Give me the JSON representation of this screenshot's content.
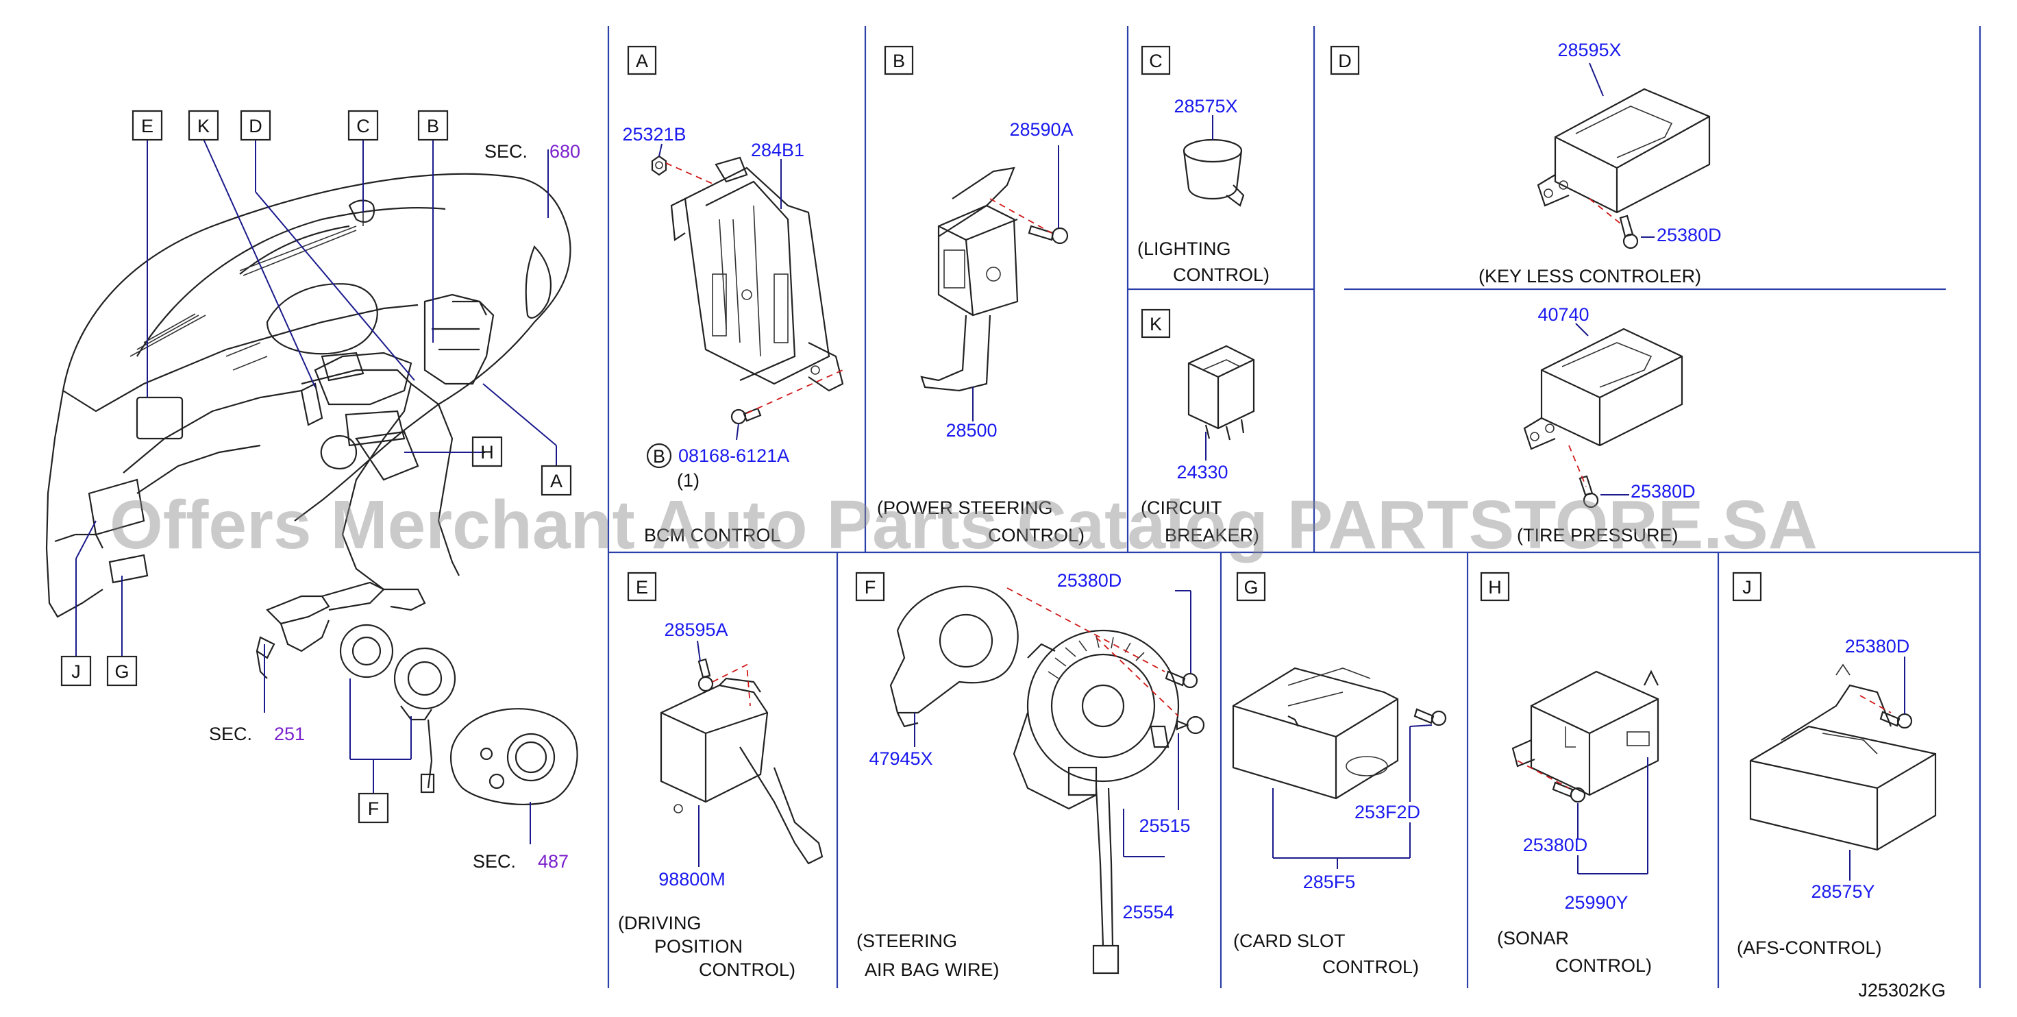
{
  "watermark": "Offers Merchant Auto Parts Catalog PARTSTORE.SA",
  "diagram_code": "J25302KG",
  "overview": {
    "callouts": [
      "E",
      "K",
      "D",
      "C",
      "B",
      "H",
      "A",
      "J",
      "G",
      "F"
    ],
    "sections": [
      {
        "prefix": "SEC.",
        "number": "680"
      },
      {
        "prefix": "SEC.",
        "number": "251"
      },
      {
        "prefix": "SEC.",
        "number": "487"
      }
    ]
  },
  "panels": {
    "A": {
      "letter": "A",
      "parts": [
        "25321B",
        "284B1"
      ],
      "bolt_ref": "B",
      "bolt_part": "08168-6121A",
      "qty": "(1)",
      "caption": [
        "BCM CONTROL"
      ]
    },
    "B": {
      "letter": "B",
      "parts": [
        "28590A",
        "28500"
      ],
      "caption": [
        "(POWER STEERING",
        "CONTROL)"
      ]
    },
    "C": {
      "letter": "C",
      "parts": [
        "28575X"
      ],
      "caption": [
        "(LIGHTING",
        "CONTROL)"
      ]
    },
    "K": {
      "letter": "K",
      "parts": [
        "24330"
      ],
      "caption": [
        "(CIRCUIT",
        "BREAKER)"
      ]
    },
    "D": {
      "letter": "D",
      "parts": [
        "28595X",
        "25380D",
        "40740",
        "25380D"
      ],
      "caption": [
        "(KEY LESS CONTROLER)",
        "(TIRE PRESSURE)"
      ]
    },
    "E": {
      "letter": "E",
      "parts": [
        "28595A",
        "98800M"
      ],
      "caption": [
        "(DRIVING",
        "POSITION",
        "CONTROL)"
      ]
    },
    "F": {
      "letter": "F",
      "parts": [
        "25380D",
        "47945X",
        "25515",
        "25554"
      ],
      "caption": [
        "(STEERING",
        "AIR BAG WIRE)"
      ]
    },
    "G": {
      "letter": "G",
      "parts": [
        "253F2D",
        "285F5"
      ],
      "caption": [
        "(CARD SLOT",
        "CONTROL)"
      ]
    },
    "H": {
      "letter": "H",
      "parts": [
        "25380D",
        "25990Y"
      ],
      "caption": [
        "(SONAR",
        "CONTROL)"
      ]
    },
    "J": {
      "letter": "J",
      "parts": [
        "25380D",
        "28575Y"
      ],
      "caption": [
        "(AFS-CONTROL)"
      ]
    }
  },
  "colors": {
    "part_number": "#1a1aee",
    "section_number": "#7a20cc",
    "frame": "#2b3fa8",
    "guide": "#d01818"
  }
}
